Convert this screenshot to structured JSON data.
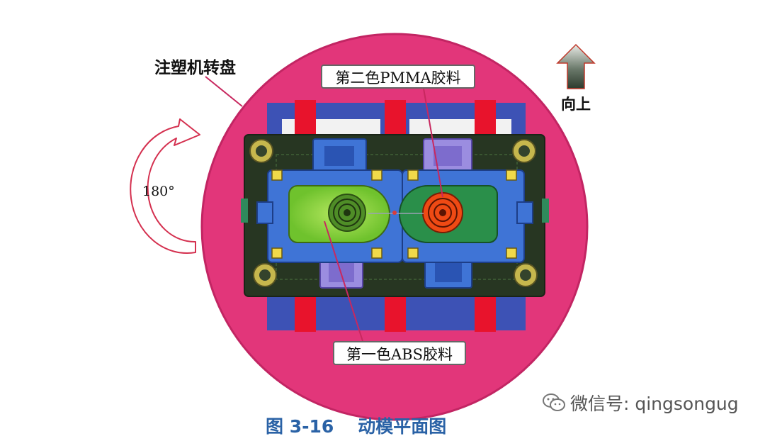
{
  "labels": {
    "turntable": "注塑机转盘",
    "rotation_angle": "180°",
    "up_direction": "向上",
    "second_shot": "第二色PMMA胶料",
    "first_shot": "第一色ABS胶料"
  },
  "caption": {
    "number": "图 3-16",
    "title": "动模平面图"
  },
  "watermark": {
    "text": "微信号: qingsongug",
    "logo_icon": "wechat-logo-icon"
  },
  "colors": {
    "turntable": "#e2367a",
    "mold_base": "#273622",
    "blue_plate": "#3f74d6",
    "abs_part": "#8bd43a",
    "pmma_part": "#ef4a14",
    "red_block": "#e8132c",
    "caption_blue": "#2a62a6"
  }
}
